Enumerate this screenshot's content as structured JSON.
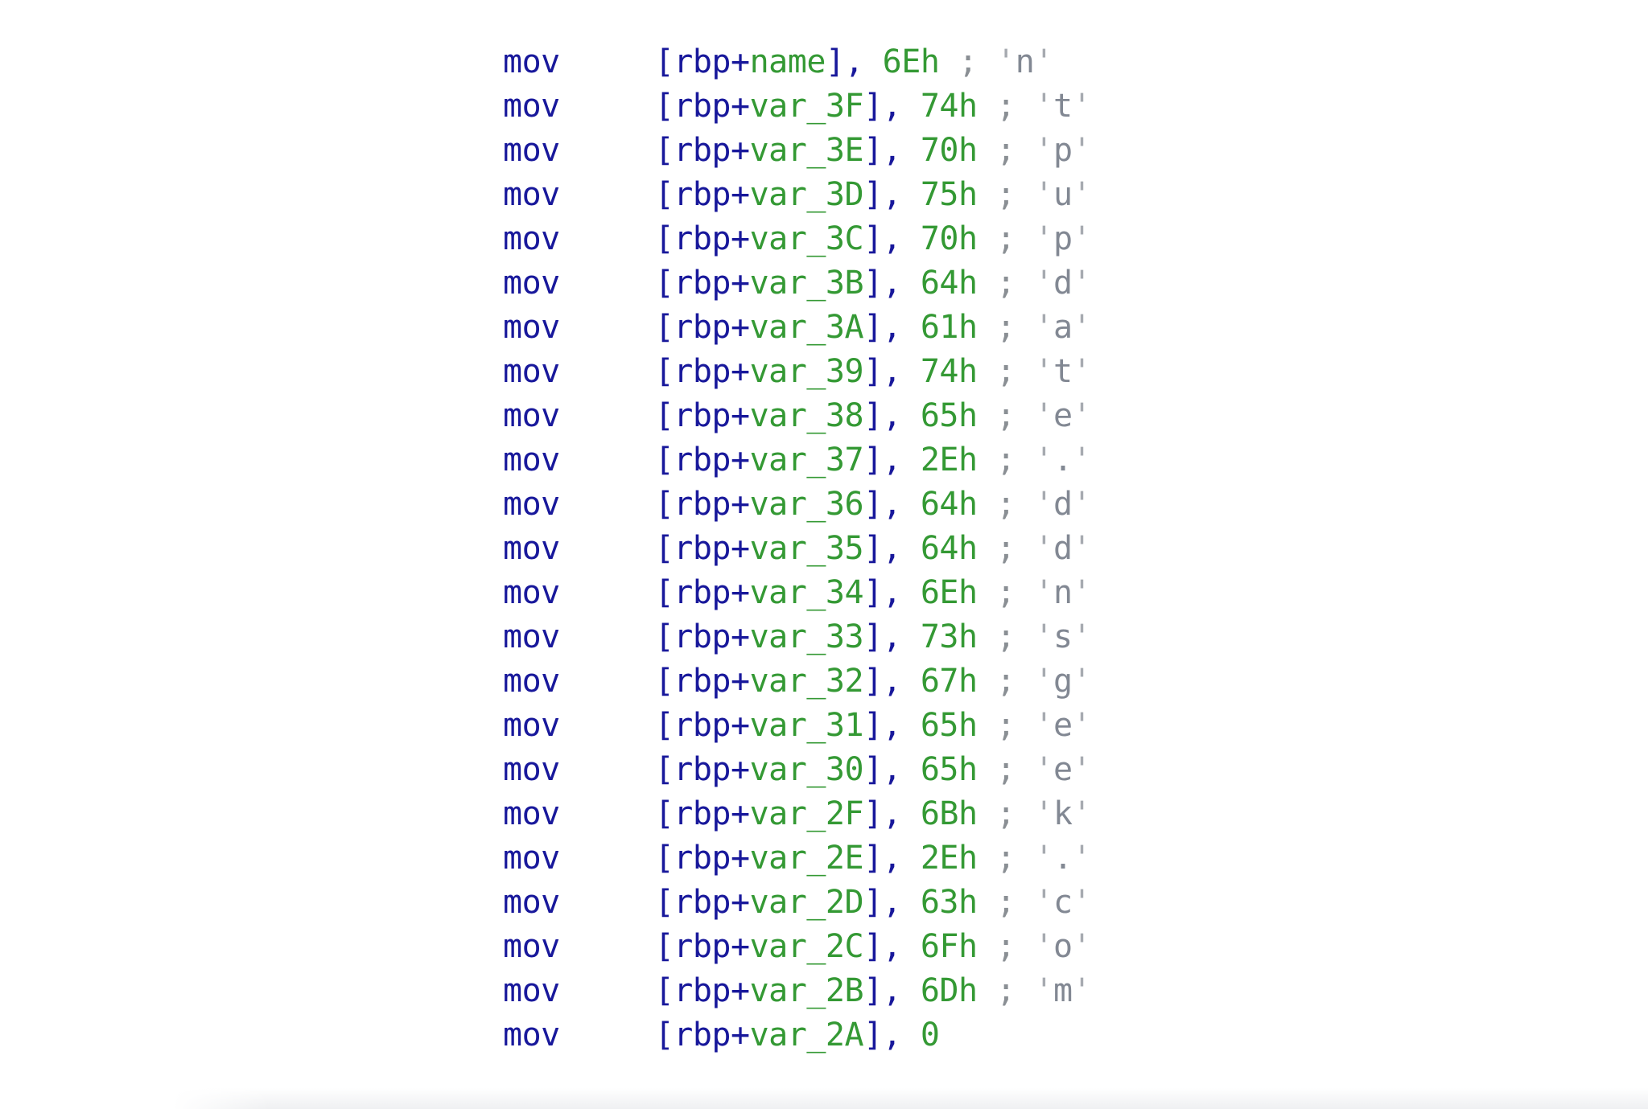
{
  "code": {
    "mnemonic": "mov",
    "operand_open": "[rbp+",
    "operand_close": "],",
    "comment_separator": ";",
    "quote_mark": "'",
    "rows": [
      {
        "var": "name",
        "value": "6Eh",
        "char": "n"
      },
      {
        "var": "var_3F",
        "value": "74h",
        "char": "t"
      },
      {
        "var": "var_3E",
        "value": "70h",
        "char": "p"
      },
      {
        "var": "var_3D",
        "value": "75h",
        "char": "u"
      },
      {
        "var": "var_3C",
        "value": "70h",
        "char": "p"
      },
      {
        "var": "var_3B",
        "value": "64h",
        "char": "d"
      },
      {
        "var": "var_3A",
        "value": "61h",
        "char": "a"
      },
      {
        "var": "var_39",
        "value": "74h",
        "char": "t"
      },
      {
        "var": "var_38",
        "value": "65h",
        "char": "e"
      },
      {
        "var": "var_37",
        "value": "2Eh",
        "char": "."
      },
      {
        "var": "var_36",
        "value": "64h",
        "char": "d"
      },
      {
        "var": "var_35",
        "value": "64h",
        "char": "d"
      },
      {
        "var": "var_34",
        "value": "6Eh",
        "char": "n"
      },
      {
        "var": "var_33",
        "value": "73h",
        "char": "s"
      },
      {
        "var": "var_32",
        "value": "67h",
        "char": "g"
      },
      {
        "var": "var_31",
        "value": "65h",
        "char": "e"
      },
      {
        "var": "var_30",
        "value": "65h",
        "char": "e"
      },
      {
        "var": "var_2F",
        "value": "6Bh",
        "char": "k"
      },
      {
        "var": "var_2E",
        "value": "2Eh",
        "char": "."
      },
      {
        "var": "var_2D",
        "value": "63h",
        "char": "c"
      },
      {
        "var": "var_2C",
        "value": "6Fh",
        "char": "o"
      },
      {
        "var": "var_2B",
        "value": "6Dh",
        "char": "m"
      },
      {
        "var": "var_2A",
        "value": "0",
        "char": null
      }
    ]
  },
  "colors": {
    "background": "#ffffff",
    "mnemonic_blue": "#18189b",
    "identifier_green": "#349934",
    "comment_gray": "#8a8f94",
    "char_gray": "#828893",
    "quote_gray": "#a6aab0",
    "bottom_strip": "#eff0f2"
  }
}
